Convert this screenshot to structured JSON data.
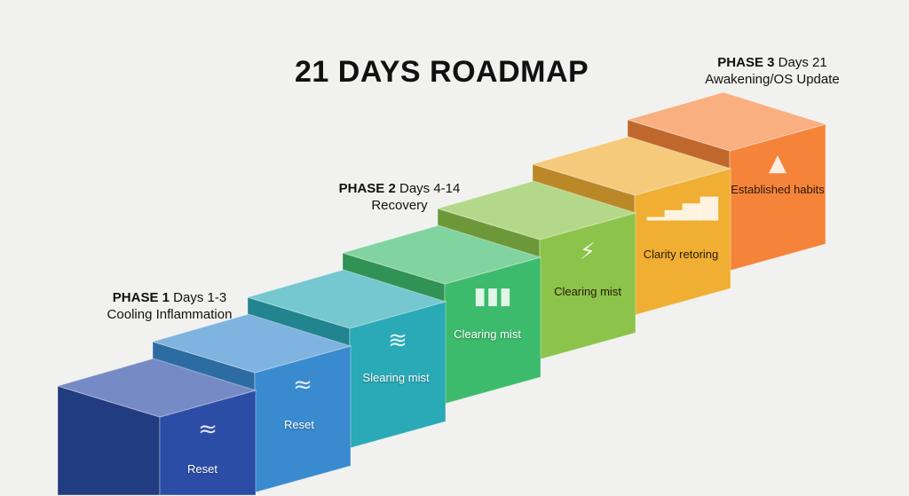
{
  "title": "21 DAYS ROADMAP",
  "phases": [
    {
      "name": "PHASE 1",
      "days": "Days 1-3",
      "subtitle": "Cooling Inflammation"
    },
    {
      "name": "PHASE 2",
      "days": "Days 4-14",
      "subtitle": "Recovery"
    },
    {
      "name": "PHASE 3",
      "days": "Days 21",
      "subtitle": "Awakening/OS Update"
    }
  ],
  "steps": [
    {
      "label": "Reset",
      "icon": "wave-icon",
      "color": "#2c4da6"
    },
    {
      "label": "Reset",
      "icon": "wave-icon",
      "color": "#3a8ad0"
    },
    {
      "label": "Slearing mist",
      "icon": "wind-icon",
      "color": "#2aa9b6"
    },
    {
      "label": "Clearing mist",
      "icon": "battery-icon",
      "color": "#3dbb6c"
    },
    {
      "label": "Clearing mist",
      "icon": "battery-charging-icon",
      "color": "#8cc34a"
    },
    {
      "label": "Clarity retoring",
      "icon": "bar-chart-icon",
      "color": "#f0ae32"
    },
    {
      "label": "Established habits",
      "icon": "mountain-icon",
      "color": "#f5843a"
    }
  ]
}
